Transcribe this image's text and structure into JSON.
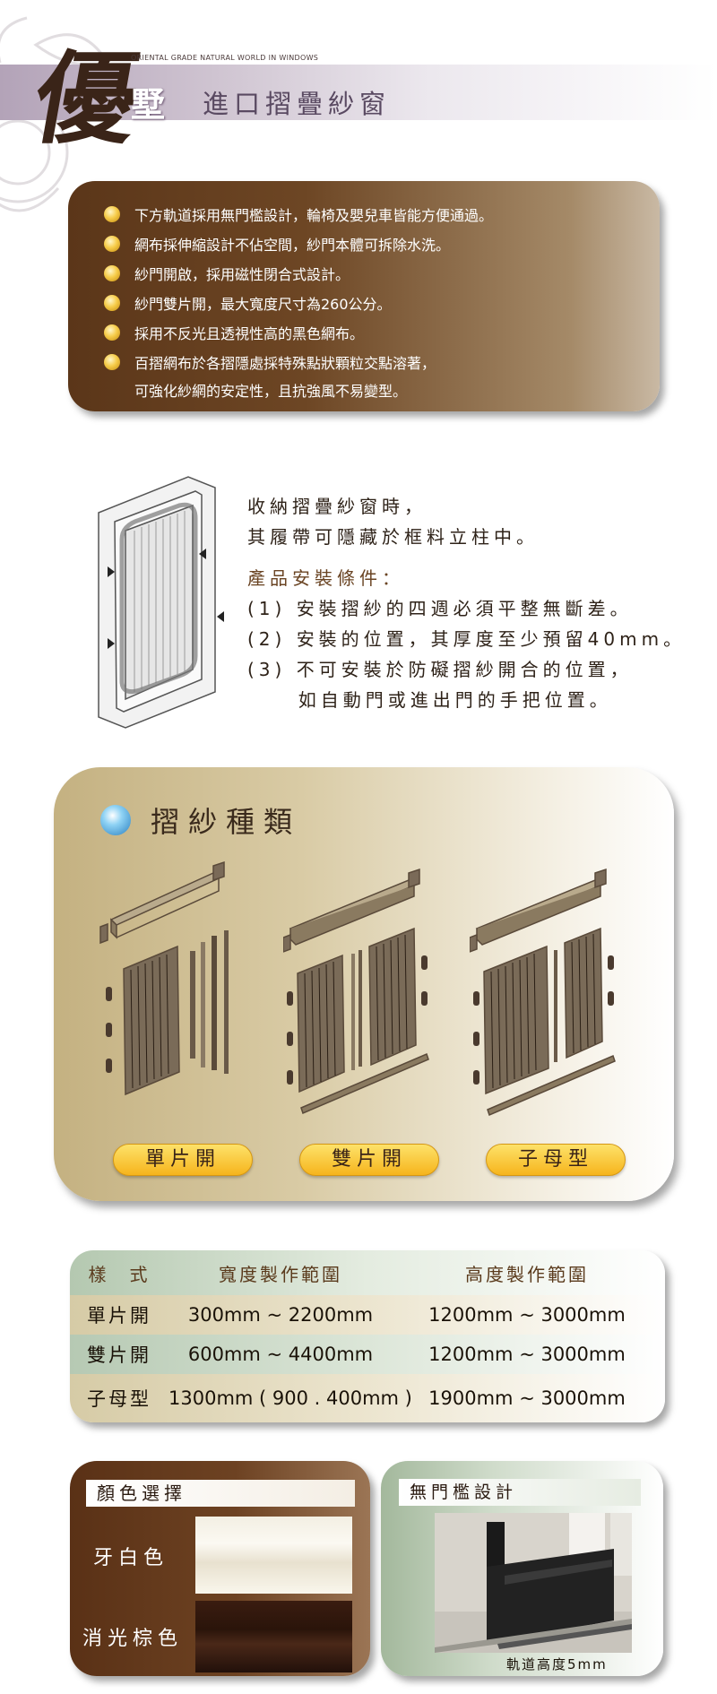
{
  "header": {
    "brand_big": "優",
    "brand_small": "墅",
    "subtitle_en": "ORIENTAL GRADE NATURAL WORLD IN WINDOWS",
    "title": "進口摺疊紗窗"
  },
  "features": [
    "下方軌道採用無門檻設計，輪椅及嬰兒車皆能方便通過。",
    "網布採伸縮設計不佔空間，紗門本體可拆除水洗。",
    "紗門開啟，採用磁性閉合式設計。",
    "紗門雙片開，最大寬度尺寸為260公分。",
    "採用不反光且透視性高的黑色網布。",
    "百摺網布於各摺隱處採特殊點狀顆粒交點溶著，"
  ],
  "features_continuation": "可強化紗網的安定性，且抗強風不易變型。",
  "install": {
    "intro": [
      "收納摺疊紗窗時，",
      "其履帶可隱藏於框料立柱中。"
    ],
    "conditions_title": "產品安裝條件：",
    "conditions": [
      "(1) 安裝摺紗的四週必須平整無斷差。",
      "(2) 安裝的位置，其厚度至少預留40mm。",
      "(3) 不可安裝於防礙摺紗開合的位置，",
      "     如自動門或進出門的手把位置。"
    ]
  },
  "types": {
    "title": "摺紗種類",
    "items": [
      {
        "label": "單片開"
      },
      {
        "label": "雙片開"
      },
      {
        "label": "子母型"
      }
    ]
  },
  "spec": {
    "headers": [
      "樣　式",
      "寬度製作範圍",
      "高度製作範圍"
    ],
    "rows": [
      [
        "單片開",
        "300mm ~ 2200mm",
        "1200mm ~ 3000mm"
      ],
      [
        "雙片開",
        "600mm ~ 4400mm",
        "1200mm ~ 3000mm"
      ],
      [
        "子母型",
        "1300mm ( 900 . 400mm )",
        "1900mm ~ 3000mm"
      ]
    ]
  },
  "colors": {
    "title": "顏色選擇",
    "ivory": "牙白色",
    "brown": "消光棕色"
  },
  "sill": {
    "title": "無門檻設計",
    "caption": "軌道高度5mm"
  },
  "palette": {
    "brown_dark": "#5b3619",
    "olive": "#c4b181",
    "sage": "#b4c8b0",
    "button_yellow": "#f6b41c"
  }
}
